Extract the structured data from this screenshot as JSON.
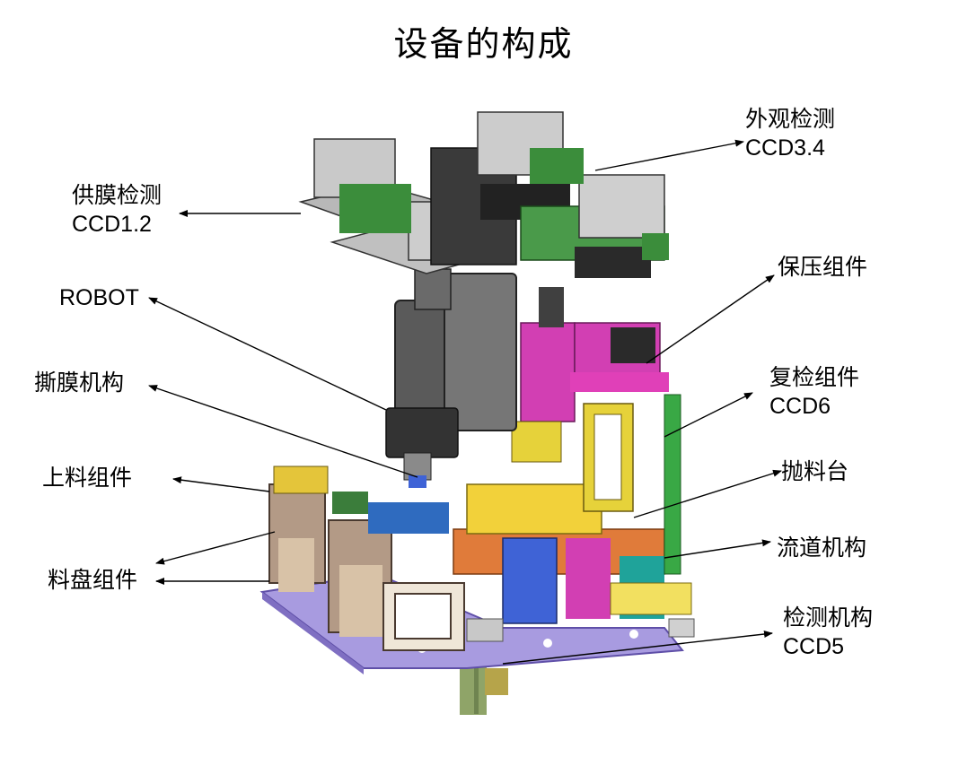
{
  "title": "设备的构成",
  "labels": {
    "appearance": {
      "line1": "外观检测",
      "line2": "CCD3.4"
    },
    "film_supply": {
      "line1": "供膜检测",
      "line2": "CCD1.2"
    },
    "robot": {
      "line1": "ROBOT"
    },
    "press": {
      "line1": "保压组件"
    },
    "peel": {
      "line1": "撕膜机构"
    },
    "recheck": {
      "line1": "复检组件",
      "line2": "CCD6"
    },
    "loading": {
      "line1": "上料组件"
    },
    "throw_table": {
      "line1": "抛料台"
    },
    "flow_channel": {
      "line1": "流道机构"
    },
    "tray": {
      "line1": "料盘组件"
    },
    "inspection": {
      "line1": "检测机构",
      "line2": "CCD5"
    }
  },
  "colors": {
    "base_plate": "#a89be0",
    "frame_green": "#39a845",
    "robot_gray": "#707070",
    "camera_gray": "#c9c9c9",
    "accent_magenta": "#d23fb3",
    "accent_yellow": "#f2d13a",
    "accent_blue": "#3f63d6",
    "accent_orange": "#e8773a",
    "accent_teal": "#1fa39a"
  }
}
